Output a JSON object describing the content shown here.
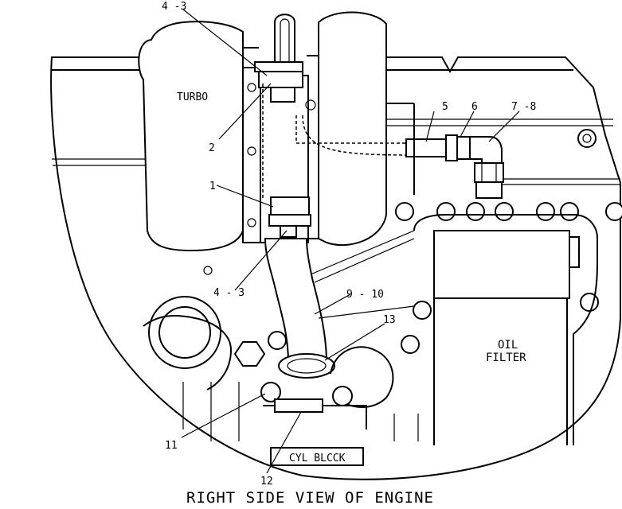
{
  "title": "RIGHT SIDE VIEW OF ENGINE",
  "components": {
    "turbo": "TURBO",
    "oil_filter_line1": "OIL",
    "oil_filter_line2": "FILTER",
    "cyl_block": "CYL BLCCK"
  },
  "callouts": {
    "c_4_3_top": "4 -3",
    "c_2": "2",
    "c_1": "1",
    "c_4_3_bottom": "4 - 3",
    "c_5": "5",
    "c_6": "6",
    "c_7_8": "7 -8",
    "c_9_10": "9 - 10",
    "c_13": "13",
    "c_11": "11",
    "c_12": "12"
  }
}
